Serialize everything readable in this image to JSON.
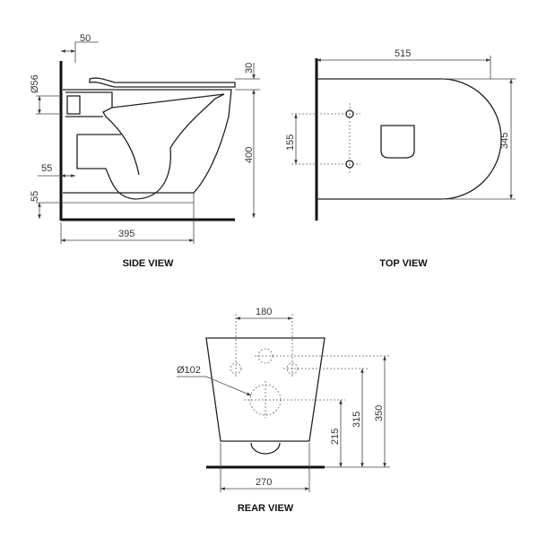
{
  "side_view": {
    "label": "SIDE VIEW",
    "dims": {
      "top_offset": "50",
      "seat": "30",
      "diameter": "Ø56",
      "height": "400",
      "inlet_offset": "55",
      "bottom": "55",
      "depth": "395"
    }
  },
  "top_view": {
    "label": "TOP VIEW",
    "dims": {
      "length": "515",
      "width": "345",
      "fixing": "155"
    }
  },
  "rear_view": {
    "label": "REAR VIEW",
    "dims": {
      "fixing_spacing": "180",
      "outlet_diameter": "Ø102",
      "width": "270",
      "outlet_height": "215",
      "fixing_height": "315",
      "inlet_height": "350"
    }
  }
}
